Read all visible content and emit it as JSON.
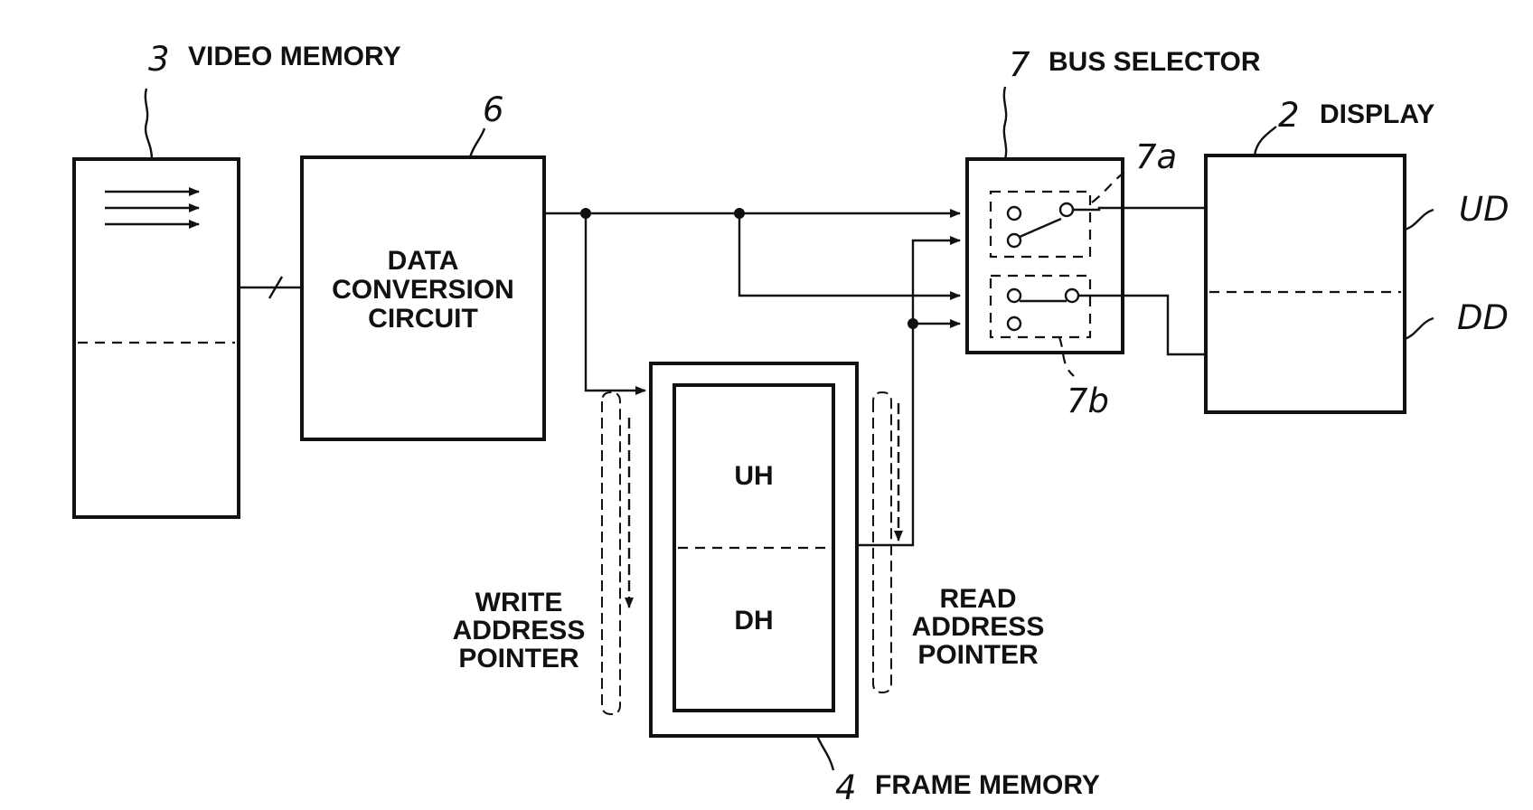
{
  "video_memory": {
    "number": "3",
    "label": "VIDEO MEMORY"
  },
  "conversion": {
    "number": "6",
    "line1": "DATA",
    "line2": "CONVERSION",
    "line3": "CIRCUIT"
  },
  "bus_selector": {
    "number": "7",
    "label": "BUS SELECTOR",
    "switch_a": "7a",
    "switch_b": "7b"
  },
  "display": {
    "number": "2",
    "label": "DISPLAY",
    "upper": "UD",
    "lower": "DD"
  },
  "frame_memory": {
    "number": "4",
    "label": "FRAME MEMORY",
    "upper": "UH",
    "lower": "DH"
  },
  "write_pointer": {
    "line1": "WRITE",
    "line2": "ADDRESS",
    "line3": "POINTER"
  },
  "read_pointer": {
    "line1": "READ",
    "line2": "ADDRESS",
    "line3": "POINTER"
  }
}
